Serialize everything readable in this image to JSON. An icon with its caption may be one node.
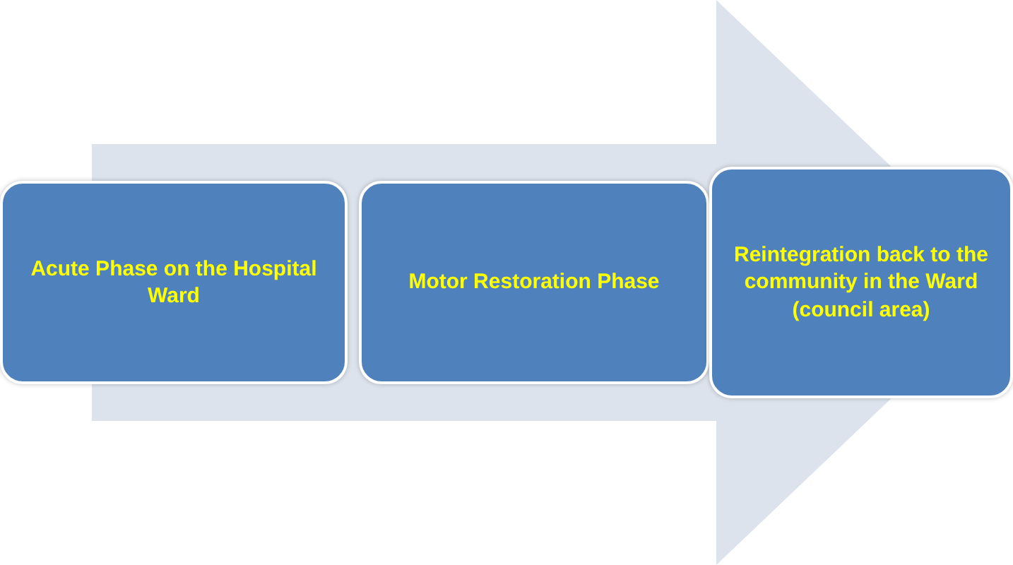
{
  "diagram": {
    "nodes": [
      {
        "text": [
          "Acute Phase on the Hospital Ward"
        ]
      },
      {
        "text": [
          "Motor Restoration Phase"
        ]
      },
      {
        "text": [
          "Reintegration back to the community in the Ward (council area)"
        ]
      }
    ],
    "edges": [
      {
        "from": 0,
        "to": 2,
        "arrow": "to"
      }
    ]
  }
}
